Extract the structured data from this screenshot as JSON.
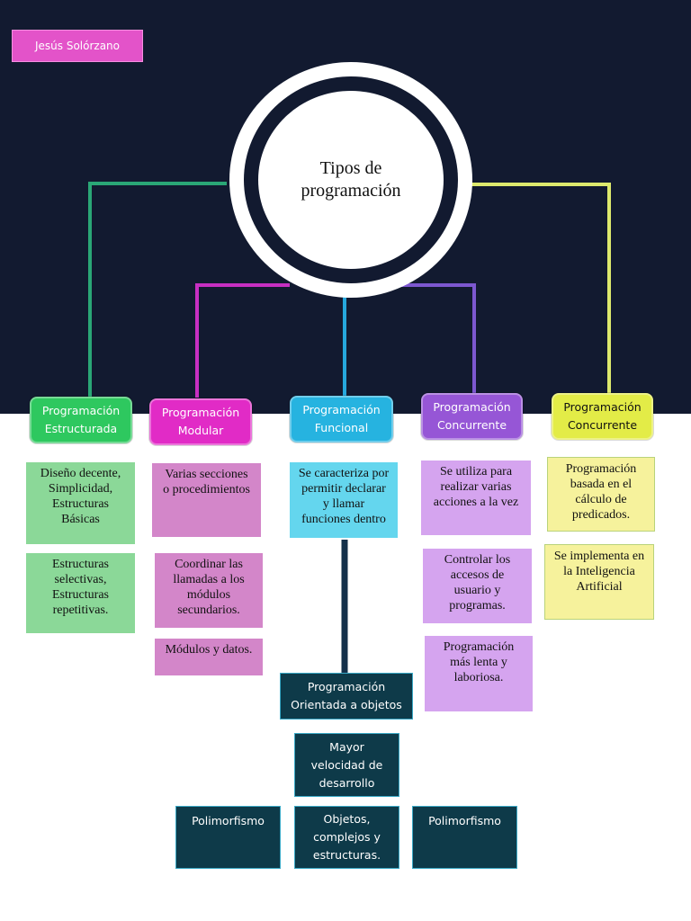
{
  "author": "Jesús Solórzano",
  "center": {
    "title_line1": "Tipos de",
    "title_line2": "programación"
  },
  "categories": [
    {
      "line1": "Programación",
      "line2": "Estructurada",
      "color": "#2ec85f"
    },
    {
      "line1": "Programación",
      "line2": "Modular",
      "color": "#e12bc6"
    },
    {
      "line1": "Programación",
      "line2": "Funcional",
      "color": "#26b3e0"
    },
    {
      "line1": "Programación",
      "line2": "Concurrente",
      "color": "#9656d6"
    },
    {
      "line1": "Programación",
      "line2": "Concurrente",
      "color": "#e3ec47"
    }
  ],
  "notes": {
    "estructurada": [
      {
        "line1": "Diseño decente,",
        "line2": "Simplicidad,",
        "line3": "Estructuras",
        "line4": "Básicas"
      },
      {
        "line1": "Estructuras",
        "line2": "selectivas,",
        "line3": "Estructuras",
        "line4": "repetitivas."
      }
    ],
    "modular": [
      {
        "line1": "Varias secciones",
        "line2": "o procedimientos"
      },
      {
        "line1": "Coordinar las",
        "line2": "llamadas a los",
        "line3": "módulos",
        "line4": "secundarios."
      },
      {
        "line1": "Módulos y datos."
      }
    ],
    "funcional": [
      {
        "line1": "Se caracteriza por",
        "line2": "permitir declarar",
        "line3": "y llamar",
        "line4": "funciones dentro"
      }
    ],
    "concurrente": [
      {
        "line1": "Se utiliza para",
        "line2": "realizar varias",
        "line3": "acciones a la vez"
      },
      {
        "line1": "Controlar los",
        "line2": "accesos de",
        "line3": "usuario y",
        "line4": "programas."
      },
      {
        "line1": "Programación",
        "line2": "más lenta y",
        "line3": "laboriosa."
      }
    ],
    "logica": [
      {
        "line1": "Programación",
        "line2": "basada en el",
        "line3": "cálculo de",
        "line4": "predicados."
      },
      {
        "line1": "Se implementa en",
        "line2": "la Inteligencia",
        "line3": "Artificial"
      }
    ]
  },
  "oop": {
    "title_line1": "Programación",
    "title_line2": "Orientada a objetos",
    "speed": {
      "line1": "Mayor",
      "line2": "velocidad de",
      "line3": "desarrollo"
    },
    "left": "Polimorfismo",
    "middle": {
      "line1": "Objetos,",
      "line2": "complejos y",
      "line3": "estructuras."
    },
    "right": "Polimorfismo"
  },
  "colors": {
    "background_dark": "#121a30",
    "estructurada_note": "#8bd898",
    "modular_note": "#d386c9",
    "funcional_note": "#64d6ee",
    "concurrente_note": "#d5a4ef",
    "logica_note": "#f6f29c",
    "oop_box": "#0e3a49"
  }
}
